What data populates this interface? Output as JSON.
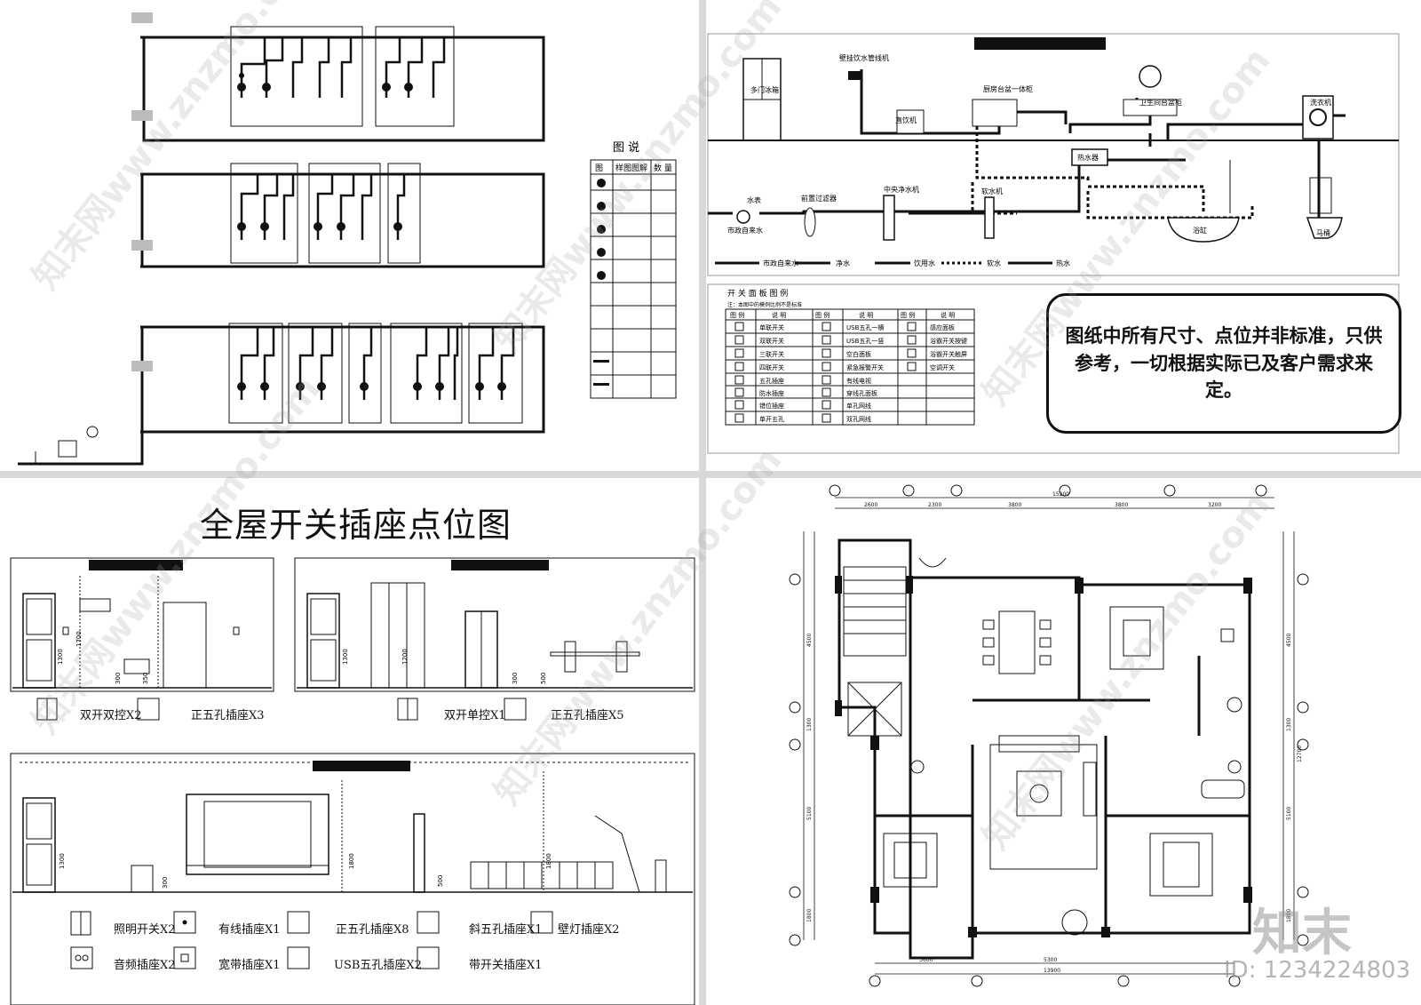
{
  "q2": {
    "fridge": "多门冰箱",
    "wall_dispenser": "壁挂饮水管线机",
    "kitchen_purifier": "厨房台盆一体柜",
    "direct_drink": "直饮机",
    "bath_basin": "卫生间台盆柜",
    "washer": "洗衣机",
    "meter": "水表",
    "city_water": "市政自来水",
    "prefilter": "前置过滤器",
    "central_purifier": "中央净水机",
    "softener": "软水机",
    "heater": "热水器",
    "bathtub": "浴缸",
    "toilet": "马桶",
    "line_legend": [
      "市政自来水",
      "净水",
      "饮用水",
      "软水",
      "热水"
    ],
    "switch_title": "开 关 面 板 图 例",
    "switch_note": "注：本图中的模例比例不是标准",
    "switch_headers": [
      "图 例",
      "说 明",
      "图 例",
      "说 明",
      "图 例",
      "说 明"
    ],
    "switch_col1": [
      "单联开关",
      "双联开关",
      "三联开关",
      "四联开关",
      "五孔插座",
      "防水插座",
      "错位插座",
      "单开五孔"
    ],
    "switch_col2": [
      "USB五孔一横",
      "USB五孔一竖",
      "空白面板",
      "紧急报警开关",
      "有线电视",
      "穿线孔面板",
      "单孔网线",
      "双孔网线"
    ],
    "switch_col3": [
      "感应面板",
      "浴霸开关按键",
      "浴霸开关触屏",
      "空调开关"
    ],
    "note": "图纸中所有尺寸、点位并非标准，只供参考，一切根据实际已及客户需求来定。"
  },
  "q1": {
    "legend_title": "图    说",
    "legend_headers": [
      "图",
      "样图图解",
      "数 量"
    ]
  },
  "q3": {
    "title": "全屋开关插座点位图",
    "panel1_legend": [
      "双开双控X2",
      "正五孔插座X3"
    ],
    "panel2_legend": [
      "双开单控X1",
      "正五孔插座X5"
    ],
    "panel3_legend": [
      "照明开关X2",
      "有线插座X1",
      "正五孔插座X8",
      "斜五孔插座X1",
      "壁灯插座X2",
      "音频插座X2",
      "宽带插座X1",
      "USB五孔插座X2",
      "带开关插座X1"
    ],
    "dims": [
      "1700",
      "1300",
      "300",
      "350",
      "1300",
      "1200",
      "300",
      "500",
      "1300",
      "1800",
      "1800",
      "500",
      "300"
    ]
  },
  "q4": {
    "dim_top_total": "15200",
    "dim_top": [
      "2600",
      "2300",
      "3800",
      "3800",
      "3200"
    ],
    "dim_bottom": [
      "3600",
      "5300",
      "13900"
    ],
    "dim_left": [
      "4500",
      "1300",
      "5100",
      "1800"
    ],
    "dim_right": [
      "4500",
      "1300",
      "5100",
      "1800"
    ],
    "dim_side_total": "12700"
  },
  "brand": "知末",
  "id": "ID: 1234224803",
  "watermark": "知末网www.znzmo.com"
}
